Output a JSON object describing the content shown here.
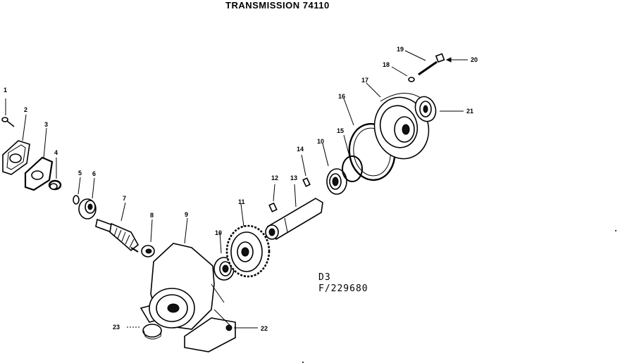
{
  "title": "TRANSMISSION 74110",
  "codes": {
    "line1": "D3",
    "line2": "F/229680"
  },
  "callouts": [
    {
      "id": "c1",
      "label": "1"
    },
    {
      "id": "c2",
      "label": "2"
    },
    {
      "id": "c3",
      "label": "3"
    },
    {
      "id": "c4",
      "label": "4"
    },
    {
      "id": "c5",
      "label": "5"
    },
    {
      "id": "c6",
      "label": "6"
    },
    {
      "id": "c7",
      "label": "7"
    },
    {
      "id": "c8",
      "label": "8"
    },
    {
      "id": "c9",
      "label": "9"
    },
    {
      "id": "c10a",
      "label": "10"
    },
    {
      "id": "c10b",
      "label": "10"
    },
    {
      "id": "c11",
      "label": "11"
    },
    {
      "id": "c12",
      "label": "12"
    },
    {
      "id": "c13",
      "label": "13"
    },
    {
      "id": "c14",
      "label": "14"
    },
    {
      "id": "c15",
      "label": "15"
    },
    {
      "id": "c16",
      "label": "16"
    },
    {
      "id": "c17",
      "label": "17"
    },
    {
      "id": "c18",
      "label": "18"
    },
    {
      "id": "c19",
      "label": "19"
    },
    {
      "id": "c20",
      "label": "20"
    },
    {
      "id": "c21",
      "label": "21"
    },
    {
      "id": "c22",
      "label": "22"
    },
    {
      "id": "c23",
      "label": "23"
    }
  ]
}
